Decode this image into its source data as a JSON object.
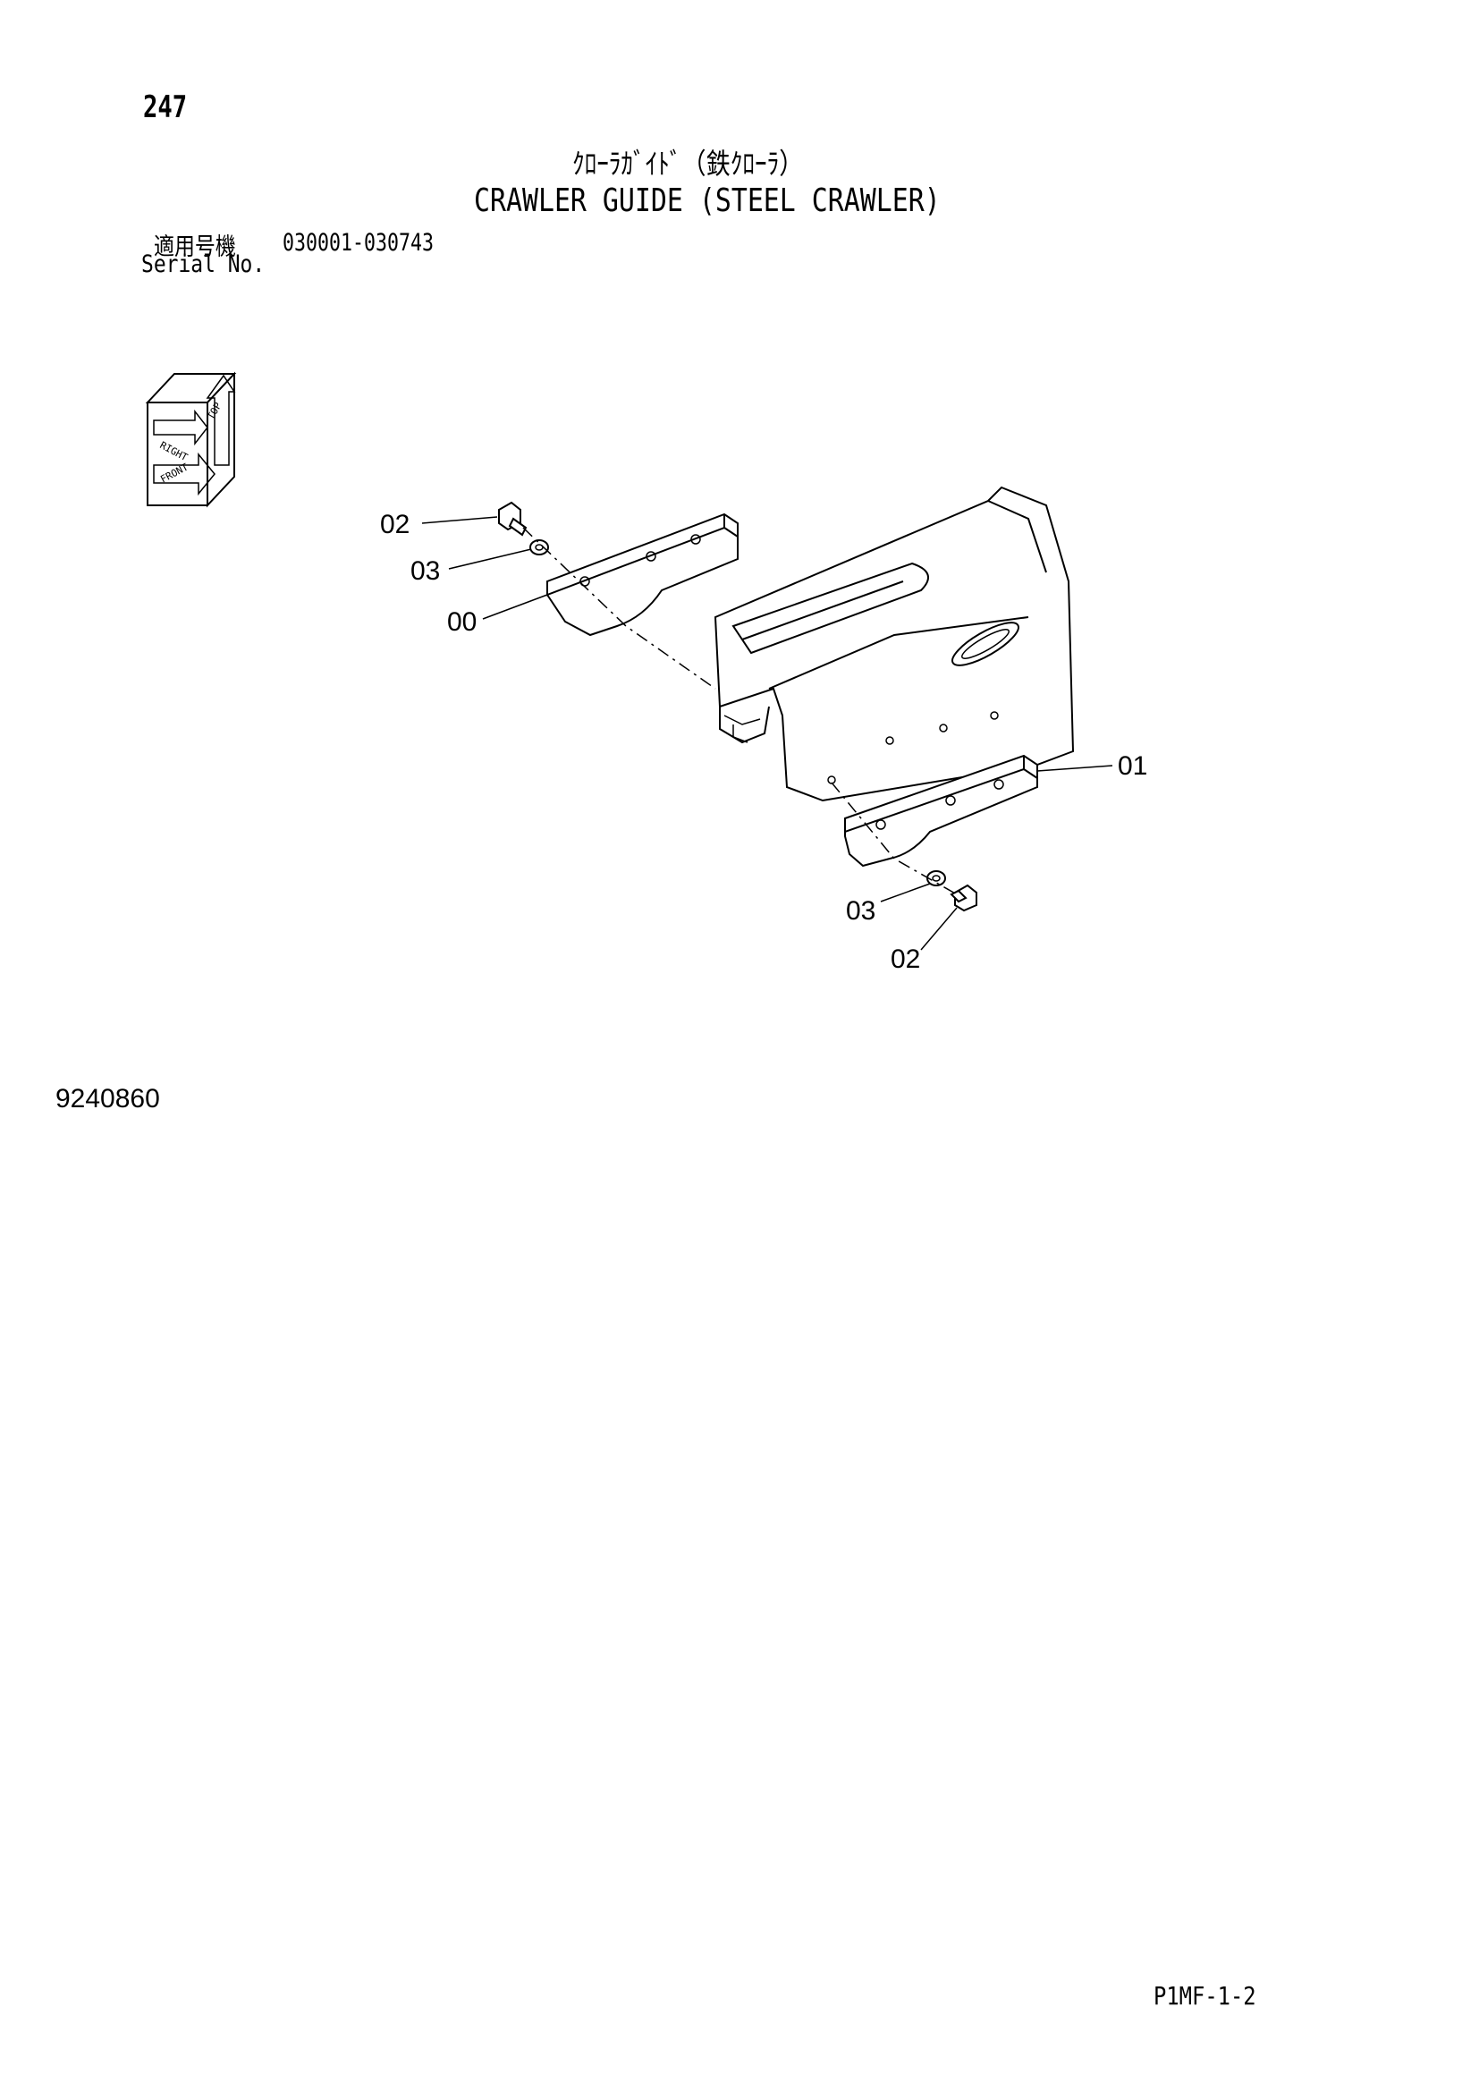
{
  "header": {
    "page_number": "247",
    "title_jp": "ｸﾛｰﾗｶﾞｲﾄﾞ（鉄ｸﾛｰﾗ）",
    "title_en": "CRAWLER GUIDE (STEEL CRAWLER)",
    "serial_label_jp": "適用号機",
    "serial_range": "030001-030743",
    "serial_label_en": "Serial No."
  },
  "orientation_icon": {
    "labels": [
      "TOP",
      "RIGHT",
      "FRONT"
    ]
  },
  "callouts": [
    {
      "id": "callout-02-upper",
      "text": "02"
    },
    {
      "id": "callout-03-upper",
      "text": "03"
    },
    {
      "id": "callout-00",
      "text": "00"
    },
    {
      "id": "callout-01",
      "text": "01"
    },
    {
      "id": "callout-03-lower",
      "text": "03"
    },
    {
      "id": "callout-02-lower",
      "text": "02"
    }
  ],
  "footer": {
    "drawing_number": "9240860",
    "page_code": "P1MF-1-2"
  }
}
